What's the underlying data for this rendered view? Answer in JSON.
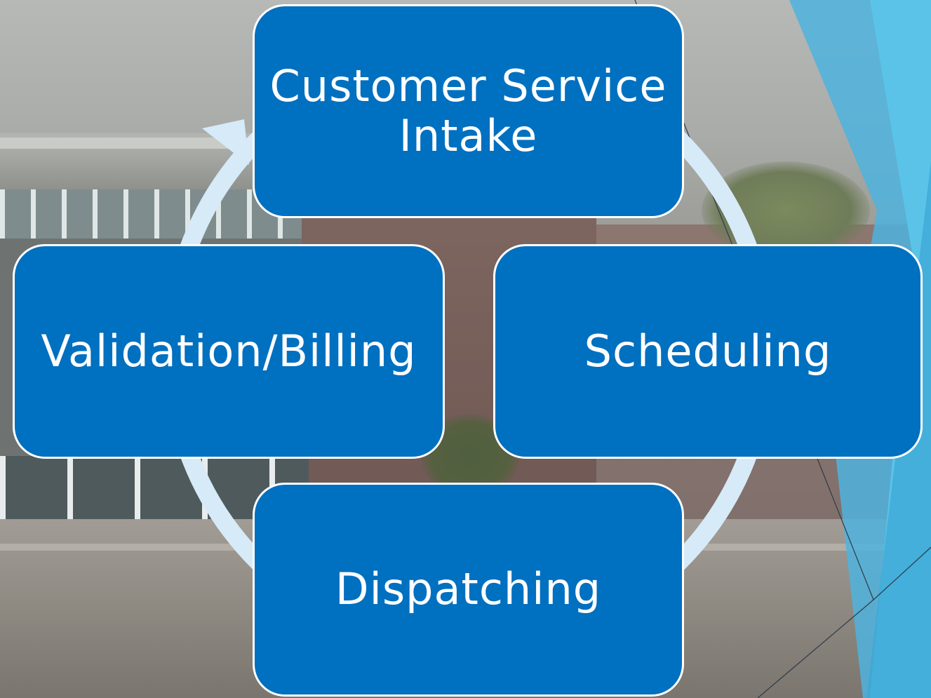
{
  "diagram": {
    "type": "cycle",
    "steps": [
      {
        "id": "intake",
        "label": "Customer Service Intake"
      },
      {
        "id": "scheduling",
        "label": "Scheduling"
      },
      {
        "id": "dispatching",
        "label": "Dispatching"
      },
      {
        "id": "billing",
        "label": "Validation/Billing"
      }
    ]
  },
  "colors": {
    "box_fill": "#0070c0",
    "box_border": "#ffffff",
    "box_text": "#ffffff",
    "ring": "#d6eaf7",
    "accent_panel": "#5bc3e8",
    "accent_panel_dark": "#3aa6d6"
  }
}
